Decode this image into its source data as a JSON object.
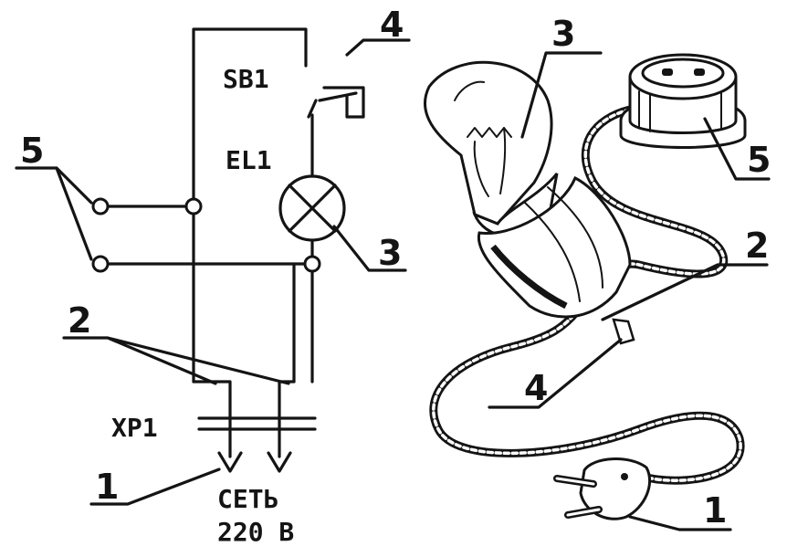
{
  "schematic": {
    "switch_ref": "SB1",
    "lamp_ref": "EL1",
    "plug_ref": "XP1",
    "mains_line1": "СЕТЬ",
    "mains_line2": "220 В",
    "callouts": {
      "switch": "4",
      "sockets": "5",
      "lamp": "3",
      "wires": "2",
      "plug": "1"
    }
  },
  "illustration": {
    "callouts": {
      "lamp": "3",
      "socket": "5",
      "cord": "2",
      "switch": "4",
      "plug": "1"
    }
  },
  "colors": {
    "ink": "#141414",
    "paper": "#ffffff"
  }
}
